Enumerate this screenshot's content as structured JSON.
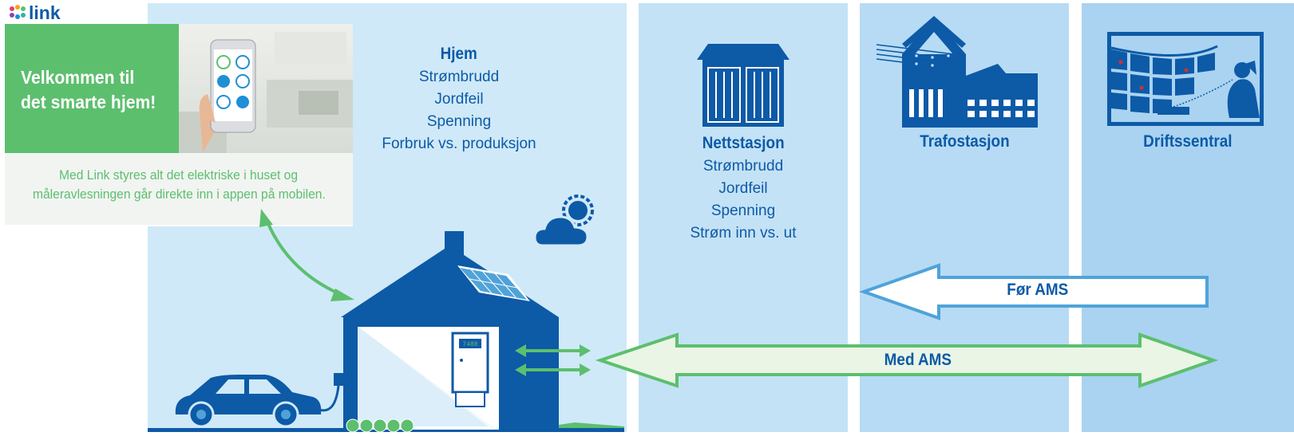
{
  "brand": {
    "name": "link"
  },
  "promo": {
    "heading": "Velkommen til det smarte hjem!",
    "heading_lines": [
      "Velkommen til",
      "det smarte hjem!"
    ],
    "text_lines": [
      "Med Link styres alt det elektriske i huset og",
      "måleravlesningen går direkte inn i appen på mobilen."
    ]
  },
  "home": {
    "title": "Hjem",
    "items": [
      "Strømbrudd",
      "Jordfeil",
      "Spenning",
      "Forbruk vs. produksjon"
    ]
  },
  "nettstasjon": {
    "title": "Nettstasjon",
    "items": [
      "Strømbrudd",
      "Jordfeil",
      "Spenning",
      "Strøm inn vs. ut"
    ]
  },
  "trafostasjon": {
    "title": "Trafostasjon"
  },
  "driftssentral": {
    "title": "Driftssentral"
  },
  "arrows": {
    "before": "Før AMS",
    "with": "Med AMS"
  },
  "colors": {
    "primary_blue": "#0d5aa7",
    "green": "#5cbf6e",
    "light_blue_outline": "#4fa3d9"
  }
}
